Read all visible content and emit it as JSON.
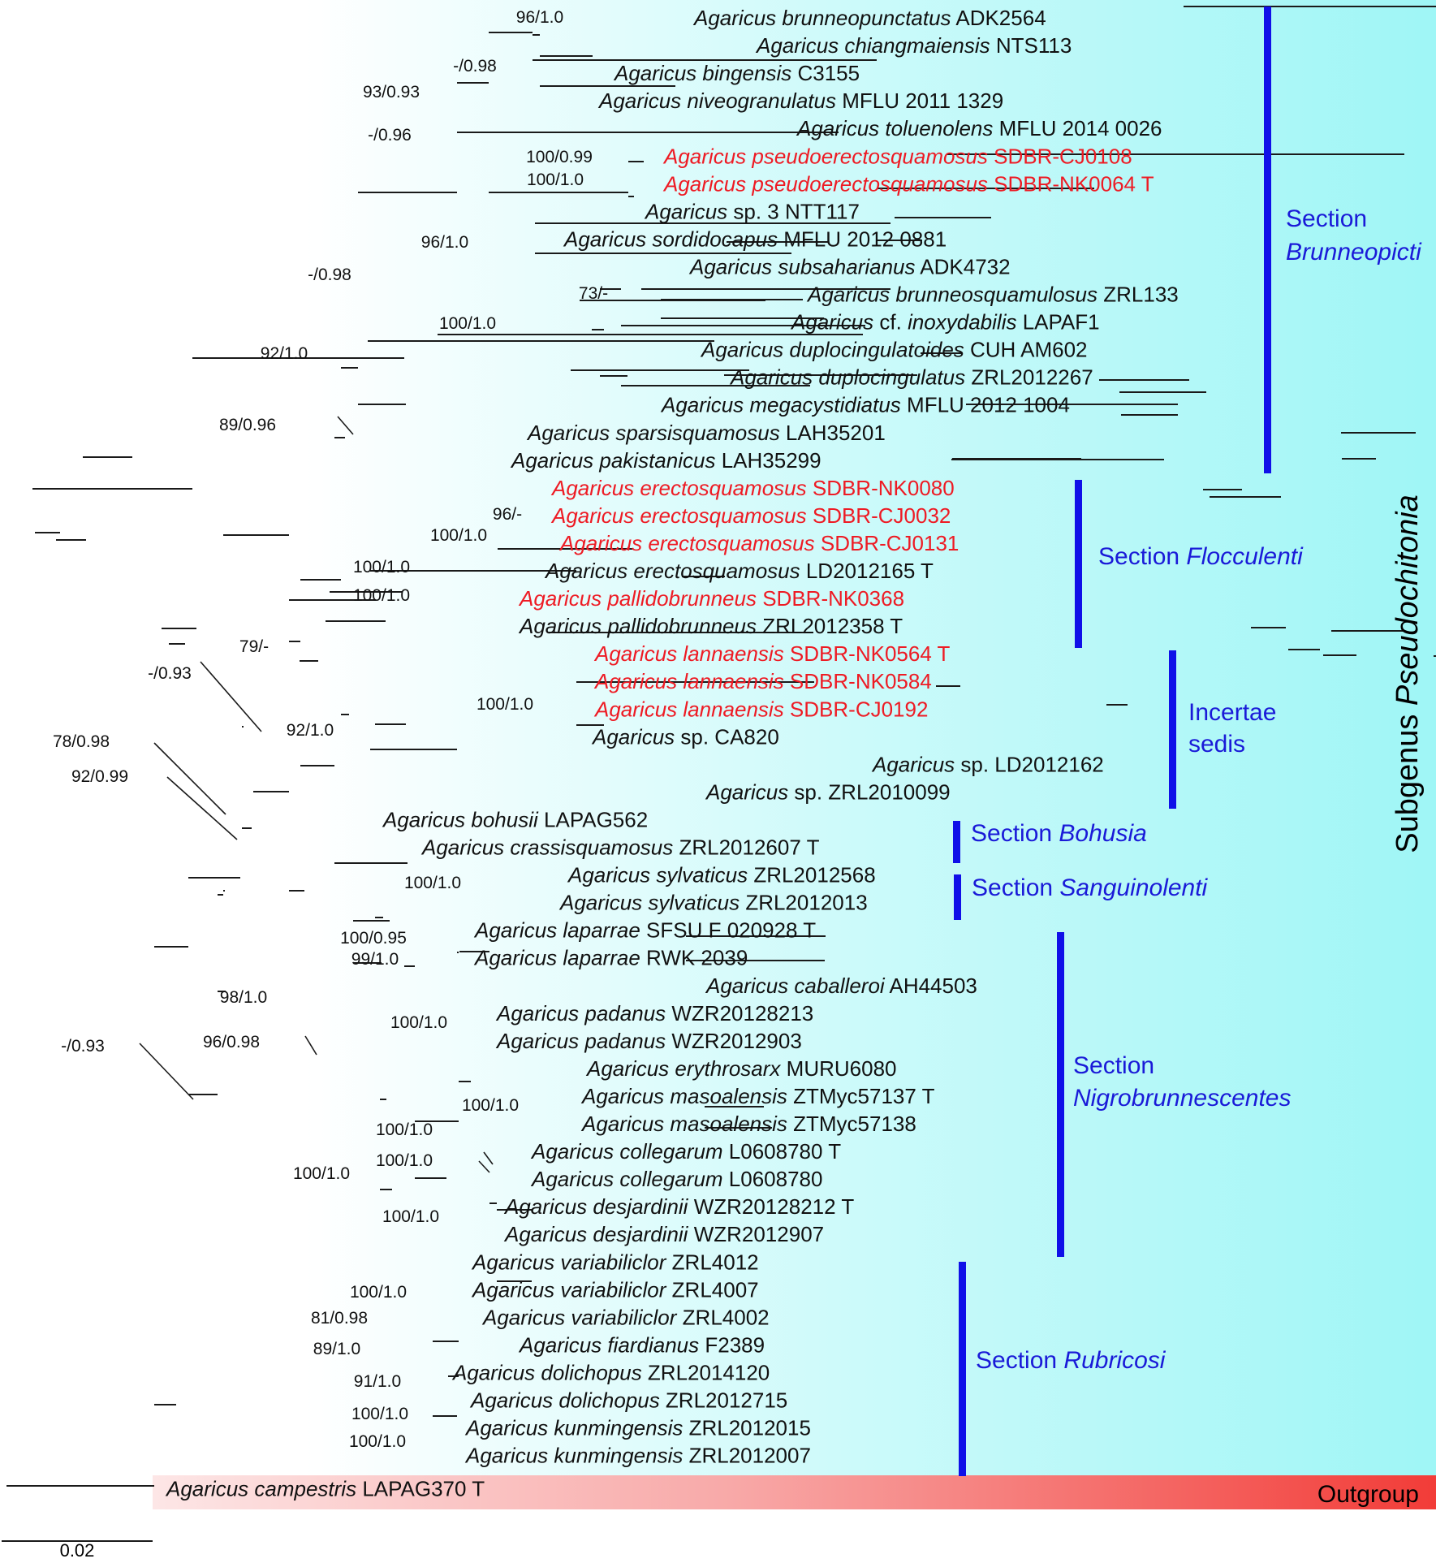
{
  "taxa": [
    {
      "genus": "Agaricus",
      "epithet": "brunneopunctatus",
      "voucher": "ADK2564",
      "new": false
    },
    {
      "genus": "Agaricus",
      "epithet": "chiangmaiensis",
      "voucher": "NTS113",
      "new": false
    },
    {
      "genus": "Agaricus",
      "epithet": "bingensis",
      "voucher": "C3155",
      "new": false
    },
    {
      "genus": "Agaricus",
      "epithet": "niveogranulatus",
      "voucher": "MFLU 2011 1329",
      "new": false
    },
    {
      "genus": "Agaricus",
      "epithet": "toluenolens",
      "voucher": "MFLU 2014 0026",
      "new": false
    },
    {
      "genus": "Agaricus",
      "epithet": "pseudoerectosquamosus",
      "voucher": "SDBR-CJ0108",
      "new": true
    },
    {
      "genus": "Agaricus",
      "epithet": "pseudoerectosquamosus",
      "voucher": "SDBR-NK0064 T",
      "new": true
    },
    {
      "genus": "Agaricus",
      "epithet": "",
      "voucher": "sp. 3 NTT117",
      "new": false
    },
    {
      "genus": "Agaricus",
      "epithet": "sordidocapus",
      "voucher": "MFLU 2012 0881",
      "new": false
    },
    {
      "genus": "Agaricus",
      "epithet": "subsaharianus",
      "voucher": "ADK4732",
      "new": false
    },
    {
      "genus": "Agaricus",
      "epithet": "brunneosquamulosus",
      "voucher": "ZRL133",
      "new": false
    },
    {
      "genus": "Agaricus",
      "epithet": "",
      "voucher": "cf.",
      "epithet2": "inoxydabilis",
      "voucher2": "LAPAF1",
      "new": false
    },
    {
      "genus": "Agaricus",
      "epithet": "duplocingulatoides",
      "voucher": "CUH AM602",
      "new": false
    },
    {
      "genus": "Agaricus",
      "epithet": "duplocingulatus",
      "voucher": "ZRL2012267",
      "new": false
    },
    {
      "genus": "Agaricus",
      "epithet": "megacystidiatus",
      "voucher": "MFLU 2012 1004",
      "new": false
    },
    {
      "genus": "Agaricus",
      "epithet": "sparsisquamosus",
      "voucher": "LAH35201",
      "new": false
    },
    {
      "genus": "Agaricus",
      "epithet": "pakistanicus",
      "voucher": "LAH35299",
      "new": false
    },
    {
      "genus": "Agaricus",
      "epithet": "erectosquamosus",
      "voucher": "SDBR-NK0080",
      "new": true
    },
    {
      "genus": "Agaricus",
      "epithet": "erectosquamosus",
      "voucher": "SDBR-CJ0032",
      "new": true
    },
    {
      "genus": "Agaricus",
      "epithet": "erectosquamosus",
      "voucher": "SDBR-CJ0131",
      "new": true
    },
    {
      "genus": "Agaricus",
      "epithet": "erectosquamosus",
      "voucher": "LD2012165 T",
      "new": false
    },
    {
      "genus": "Agaricus",
      "epithet": "pallidobrunneus",
      "voucher": "SDBR-NK0368",
      "new": true
    },
    {
      "genus": "Agaricus",
      "epithet": "pallidobrunneus",
      "voucher": "ZRL2012358 T",
      "new": false
    },
    {
      "genus": "Agaricus",
      "epithet": "lannaensis",
      "voucher": "SDBR-NK0564 T",
      "new": true
    },
    {
      "genus": "Agaricus",
      "epithet": "lannaensis",
      "voucher": "SDBR-NK0584",
      "new": true
    },
    {
      "genus": "Agaricus",
      "epithet": "lannaensis",
      "voucher": "SDBR-CJ0192",
      "new": true
    },
    {
      "genus": "Agaricus",
      "epithet": "",
      "voucher": "sp. CA820",
      "new": false
    },
    {
      "genus": "Agaricus",
      "epithet": "",
      "voucher": "sp. LD2012162",
      "new": false
    },
    {
      "genus": "Agaricus",
      "epithet": "",
      "voucher": "sp. ZRL2010099",
      "new": false
    },
    {
      "genus": "Agaricus",
      "epithet": "bohusii",
      "voucher": "LAPAG562",
      "new": false
    },
    {
      "genus": "Agaricus",
      "epithet": "crassisquamosus",
      "voucher": "ZRL2012607 T",
      "new": false
    },
    {
      "genus": "Agaricus",
      "epithet": "sylvaticus",
      "voucher": "ZRL2012568",
      "new": false
    },
    {
      "genus": "Agaricus",
      "epithet": "sylvaticus",
      "voucher": "ZRL2012013",
      "new": false
    },
    {
      "genus": "Agaricus",
      "epithet": "laparrae",
      "voucher": "SFSU F 020928 T",
      "new": false
    },
    {
      "genus": "Agaricus",
      "epithet": "laparrae",
      "voucher": "RWK 2039",
      "new": false
    },
    {
      "genus": "Agaricus",
      "epithet": "caballeroi",
      "voucher": "AH44503",
      "new": false
    },
    {
      "genus": "Agaricus",
      "epithet": "padanus",
      "voucher": "WZR20128213",
      "new": false
    },
    {
      "genus": "Agaricus",
      "epithet": "padanus",
      "voucher": "WZR2012903",
      "new": false
    },
    {
      "genus": "Agaricus",
      "epithet": "erythrosarx",
      "voucher": "MURU6080",
      "new": false
    },
    {
      "genus": "Agaricus",
      "epithet": "masoalensis",
      "voucher": "ZTMyc57137 T",
      "new": false
    },
    {
      "genus": "Agaricus",
      "epithet": "masoalensis",
      "voucher": "ZTMyc57138",
      "new": false
    },
    {
      "genus": "Agaricus",
      "epithet": "collegarum",
      "voucher": "L0608780 T",
      "new": false
    },
    {
      "genus": "Agaricus",
      "epithet": "collegarum",
      "voucher": "L0608780",
      "new": false
    },
    {
      "genus": "Agaricus",
      "epithet": "desjardinii",
      "voucher": "WZR20128212 T",
      "new": false
    },
    {
      "genus": "Agaricus",
      "epithet": "desjardinii",
      "voucher": "WZR2012907",
      "new": false
    },
    {
      "genus": "Agaricus",
      "epithet": "variabiliclor",
      "voucher": "ZRL4012",
      "new": false
    },
    {
      "genus": "Agaricus",
      "epithet": "variabiliclor",
      "voucher": "ZRL4007",
      "new": false
    },
    {
      "genus": "Agaricus",
      "epithet": "variabiliclor",
      "voucher": "ZRL4002",
      "new": false
    },
    {
      "genus": "Agaricus",
      "epithet": "fiardianus",
      "voucher": "F2389",
      "new": false
    },
    {
      "genus": "Agaricus",
      "epithet": "dolichopus",
      "voucher": "ZRL2014120",
      "new": false
    },
    {
      "genus": "Agaricus",
      "epithet": "dolichopus",
      "voucher": "ZRL2012715",
      "new": false
    },
    {
      "genus": "Agaricus",
      "epithet": "kunmingensis",
      "voucher": "ZRL2012015",
      "new": false
    },
    {
      "genus": "Agaricus",
      "epithet": "kunmingensis",
      "voucher": "ZRL2012007",
      "new": false
    },
    {
      "genus": "Agaricus",
      "epithet": "campestris",
      "voucher": "LAPAG370 T",
      "new": false
    }
  ],
  "support_values": [
    "96/1.0",
    "-/0.98",
    "93/0.93",
    "-/0.96",
    "100/0.99",
    "100/1.0",
    "96/1.0",
    "-/0.98",
    "73/-",
    "100/1.0",
    "92/1.0",
    "89/0.96",
    "96/-",
    "100/1.0",
    "100/1.0",
    "100/1.0",
    "79/-",
    "-/0.93",
    "100/1.0",
    "92/1.0",
    "78/0.98",
    "92/0.99",
    "100/1.0",
    "100/0.95",
    "99/1.0",
    "98/1.0",
    "100/1.0",
    "96/0.98",
    "-/0.93",
    "100/1.0",
    "100/1.0",
    "100/1.0",
    "100/1.0",
    "100/1.0",
    "100/1.0",
    "81/0.98",
    "89/1.0",
    "91/1.0",
    "100/1.0",
    "100/1.0"
  ],
  "sections": [
    {
      "prefix": "Section",
      "name": "Brunneopicti"
    },
    {
      "prefix": "Section",
      "name": "Flocculenti"
    },
    {
      "prefix": "Incertae",
      "name": "sedis"
    },
    {
      "prefix": "Section",
      "name": "Bohusia"
    },
    {
      "prefix": "Section",
      "name": "Sanguinolenti"
    },
    {
      "prefix": "Section",
      "name": "Nigrobrunnescentes"
    },
    {
      "prefix": "Section",
      "name": "Rubricosi"
    }
  ],
  "subgenus": {
    "prefix": "Subgenus",
    "name": "Pseudochitonia"
  },
  "outgroup_label": "Outgroup",
  "scale_bar_label": "0.02",
  "colors": {
    "new_taxon": "#ee1b24",
    "section_bar": "#1010e8",
    "section_text": "#1a1ad8",
    "ingroup_bg_right": "#9ff6f6",
    "outgroup_bg_right": "#f23c38"
  }
}
